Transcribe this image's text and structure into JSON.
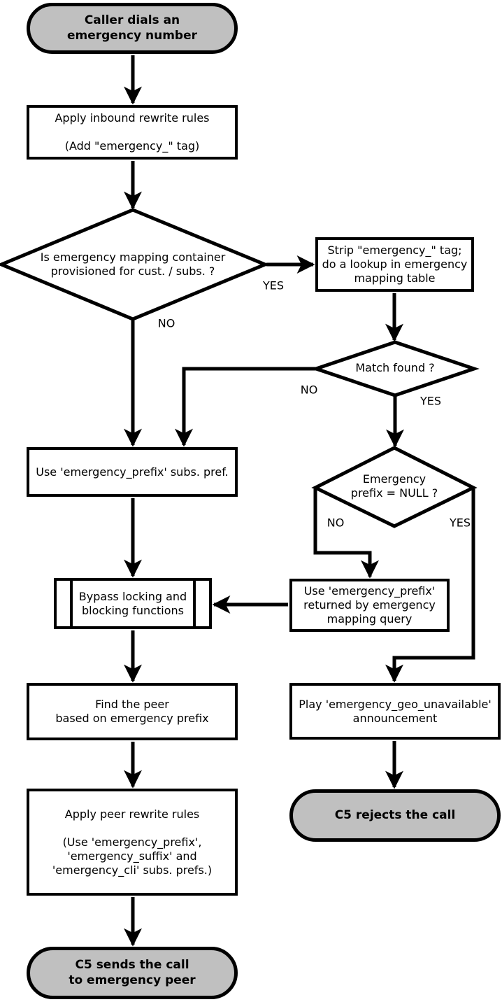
{
  "nodes": {
    "start": {
      "label": "Caller dials an\nemergency number"
    },
    "inbound_rewrite": {
      "label": "Apply inbound rewrite rules\n\n(Add \"emergency_\" tag)"
    },
    "container_check": {
      "label": "Is emergency mapping container\nprovisioned for cust. / subs. ?"
    },
    "strip_lookup": {
      "label": "Strip \"emergency_\" tag;\ndo a lookup in emergency\nmapping table"
    },
    "match_check": {
      "label": "Match found ?"
    },
    "use_subs_pref": {
      "label": "Use 'emergency_prefix' subs. pref."
    },
    "null_check": {
      "label": "Emergency\nprefix = NULL ?"
    },
    "use_returned_prefix": {
      "label": "Use 'emergency_prefix'\nreturned by emergency\nmapping query"
    },
    "bypass_locking": {
      "label": "Bypass locking and\nblocking functions"
    },
    "find_peer": {
      "label": "Find the peer\nbased on emergency prefix"
    },
    "play_announcement": {
      "label": "Play 'emergency_geo_unavailable'\nannouncement"
    },
    "reject": {
      "label": "C5 rejects the call"
    },
    "peer_rewrite": {
      "label": "Apply peer rewrite rules\n\n(Use 'emergency_prefix',\n'emergency_suffix' and\n'emergency_cli' subs. prefs.)"
    },
    "send": {
      "label": "C5 sends the call\nto emergency peer"
    }
  },
  "edge_labels": {
    "container_yes": "YES",
    "container_no": "NO",
    "match_no": "NO",
    "match_yes": "YES",
    "null_no": "NO",
    "null_yes": "YES"
  },
  "colors": {
    "terminal_fill": "#c0c0c0",
    "process_fill": "#ffffff",
    "line": "#000000"
  }
}
